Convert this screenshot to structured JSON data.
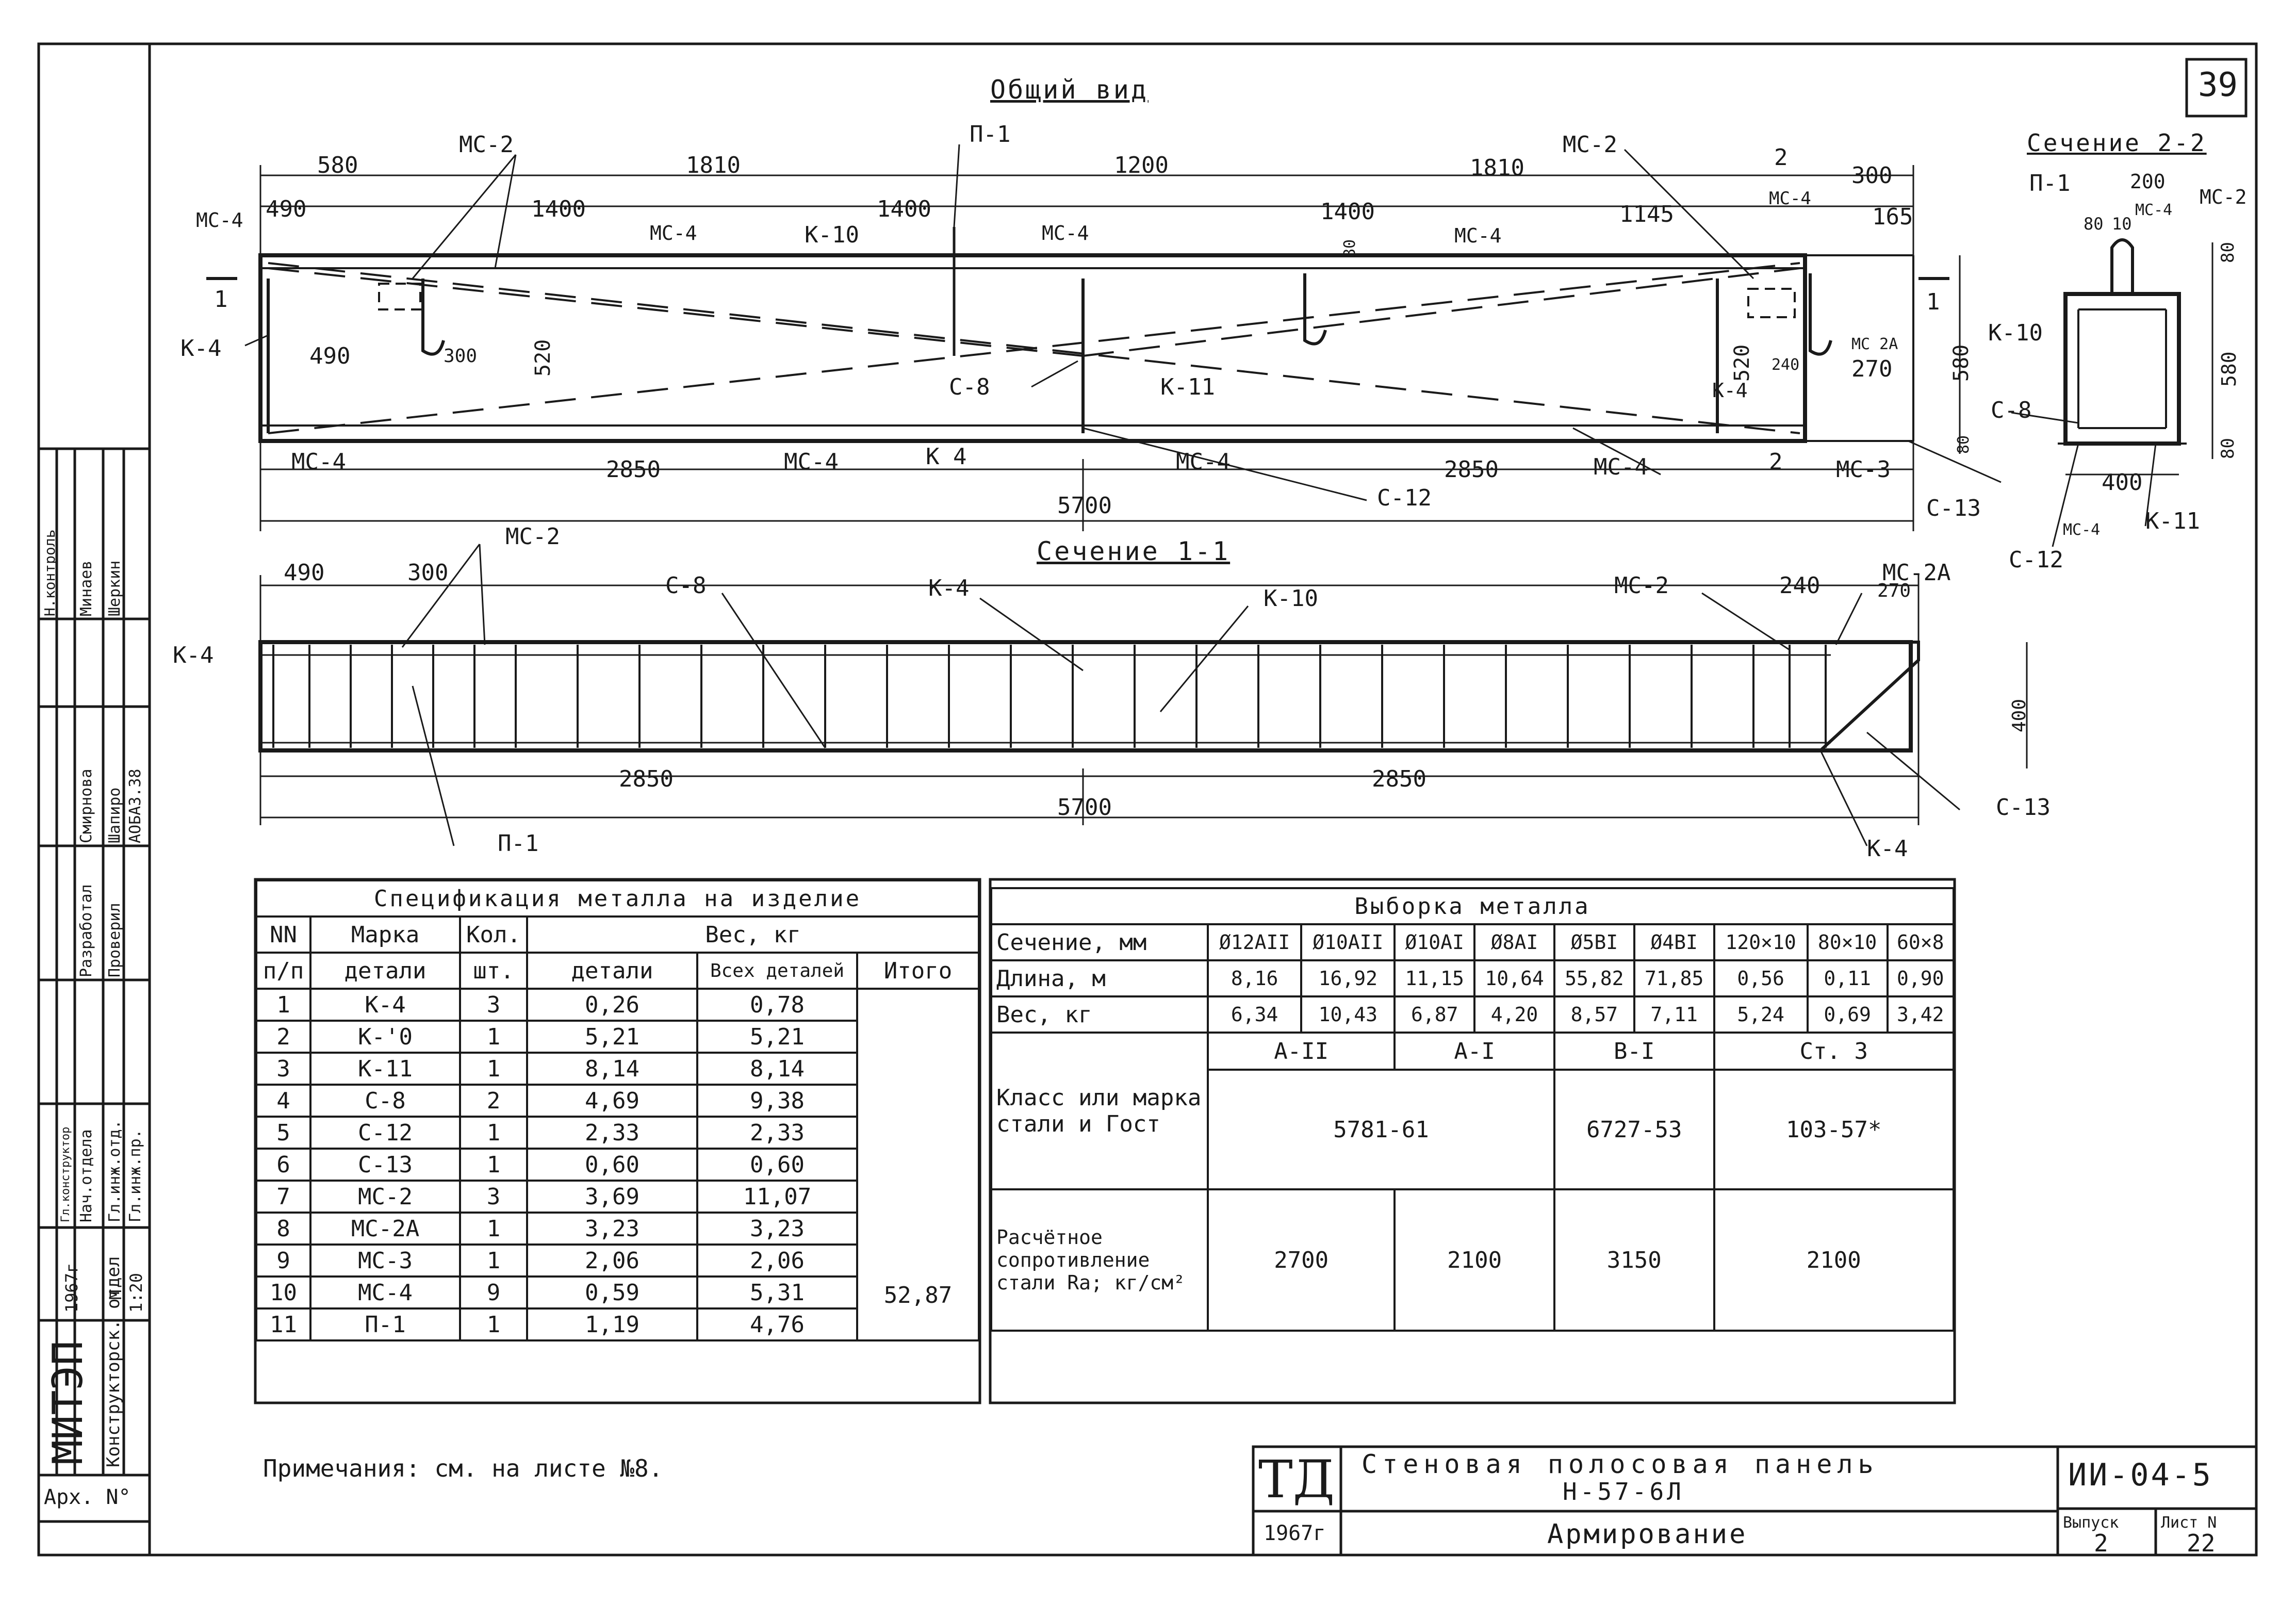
{
  "sheet_number": "39",
  "general_view": {
    "title": "Общий вид",
    "dims_top": [
      "580",
      "1810",
      "1200",
      "1810",
      "300"
    ],
    "dims_second": [
      "490",
      "1400",
      "1400",
      "1400",
      "1145",
      "165"
    ],
    "dims_bottom": [
      "2850",
      "2850"
    ],
    "dim_total": "5700",
    "inner_dims": [
      "490",
      "300",
      "520",
      "520",
      "240",
      "270",
      "580",
      "80",
      "80"
    ],
    "labels": {
      "ms2_left": "МС-2",
      "p1": "П-1",
      "ms2_right": "МС-2",
      "section2_mark": "2",
      "ms4_a": "МС-4",
      "ms4_b": "МС-4",
      "k10": "К-10",
      "ms4_c": "МС-4",
      "ms4_d": "МС-4",
      "ms4_e": "МС-4",
      "ms2a": "МС 2А",
      "k4_left": "К-4",
      "k4_right": "К-4",
      "c8": "С-8",
      "k11": "К-11",
      "section1_left": "1",
      "section1_right": "1",
      "ms4_bl": "МС-4",
      "ms4_bm": "МС-4",
      "k4_bm": "К 4",
      "ms4_bm2": "МС-4",
      "ms4_br": "МС-4",
      "section2_bottom": "2",
      "ms3": "МС-3",
      "c12": "С-12",
      "c13": "С-13"
    }
  },
  "section_2_2": {
    "title": "Сечение 2-2",
    "dims": [
      "200",
      "80",
      "10",
      "580",
      "80",
      "80",
      "400"
    ],
    "labels": {
      "p1": "П-1",
      "ms4": "МС-4",
      "ms2": "МС-2",
      "k10": "К-10",
      "c8": "С-8",
      "ms4_b": "МС-4",
      "k11": "К-11",
      "c12": "С-12"
    }
  },
  "section_1_1": {
    "title": "Сечение 1-1",
    "dims_top": [
      "490",
      "300",
      "240",
      "270"
    ],
    "dims_bottom": [
      "2850",
      "2850"
    ],
    "dim_total": "5700",
    "dim_height": "400",
    "labels": {
      "ms2_left": "МС-2",
      "c8": "С-8",
      "k4_top": "К-4",
      "k10": "К-10",
      "ms2_right": "МС-2",
      "ms2a": "МС-2А",
      "k4_left": "К-4",
      "p1": "П-1",
      "c13": "С-13",
      "k4_right": "К-4"
    }
  },
  "spec_table": {
    "title": "Спецификация металла на изделие",
    "headers": {
      "nn": "NN",
      "nn2": "п/п",
      "mark": "Марка",
      "mark2": "детали",
      "qty": "Кол.",
      "qty2": "шт.",
      "weight": "Вес, кг",
      "w_part": "детали",
      "w_all": "Всех деталей",
      "total": "Итого"
    },
    "rows": [
      {
        "n": "1",
        "mark": "К-4",
        "qty": "3",
        "w": "0,26",
        "wall": "0,78"
      },
      {
        "n": "2",
        "mark": "К-'0",
        "qty": "1",
        "w": "5,21",
        "wall": "5,21"
      },
      {
        "n": "3",
        "mark": "К-11",
        "qty": "1",
        "w": "8,14",
        "wall": "8,14"
      },
      {
        "n": "4",
        "mark": "С-8",
        "qty": "2",
        "w": "4,69",
        "wall": "9,38"
      },
      {
        "n": "5",
        "mark": "С-12",
        "qty": "1",
        "w": "2,33",
        "wall": "2,33"
      },
      {
        "n": "6",
        "mark": "С-13",
        "qty": "1",
        "w": "0,60",
        "wall": "0,60"
      },
      {
        "n": "7",
        "mark": "МС-2",
        "qty": "3",
        "w": "3,69",
        "wall": "11,07"
      },
      {
        "n": "8",
        "mark": "МС-2А",
        "qty": "1",
        "w": "3,23",
        "wall": "3,23"
      },
      {
        "n": "9",
        "mark": "МС-3",
        "qty": "1",
        "w": "2,06",
        "wall": "2,06"
      },
      {
        "n": "10",
        "mark": "МС-4",
        "qty": "9",
        "w": "0,59",
        "wall": "5,31"
      },
      {
        "n": "11",
        "mark": "П-1",
        "qty": "1",
        "w": "1,19",
        "wall": "4,76"
      }
    ],
    "total": "52,87"
  },
  "metal_table": {
    "title": "Выборка металла",
    "row_section": "Сечение, мм",
    "sections": [
      "Ø12АII",
      "Ø10АII",
      "Ø10АI",
      "Ø8АI",
      "Ø5ВI",
      "Ø4ВI",
      "120×10",
      "80×10",
      "60×8"
    ],
    "row_length": "Длина, м",
    "lengths": [
      "8,16",
      "16,92",
      "11,15",
      "10,64",
      "55,82",
      "71,85",
      "0,56",
      "0,11",
      "0,90"
    ],
    "row_weight": "Вес, кг",
    "weights": [
      "6,34",
      "10,43",
      "6,87",
      "4,20",
      "8,57",
      "7,11",
      "5,24",
      "0,69",
      "3,42"
    ],
    "row_class": "Класс или марка стали и Гост",
    "classes": [
      "А-II",
      "А-I",
      "В-I",
      "Ст. 3"
    ],
    "gosts": [
      "5781-61",
      "6727-53",
      "103-57*"
    ],
    "row_resist": "Расчётное сопротивление стали Rа; кг/см²",
    "resist": [
      "2700",
      "2100",
      "3150",
      "2100"
    ]
  },
  "note": "Примечания: см. на листе №8.",
  "title_block": {
    "td": "ТД",
    "year": "1967г",
    "name": "Стеновая полосовая панель",
    "code_panel": "Н-57-6Л",
    "subtitle": "Армирование",
    "doc_code": "ИИ-04-5",
    "issue_label": "Выпуск",
    "issue": "2",
    "sheet_label": "Лист N",
    "sheet": "22"
  },
  "side_stamp": {
    "org": "МИТЭП",
    "dept": "Конструкторск. отдел",
    "arch": "Арх. N°",
    "scale_label": "М",
    "scale": "1:20",
    "date": "1967г",
    "roles": [
      "Гл.инж.пр.",
      "Гл.инж.отд.",
      "Нач.отдела",
      "Гл.конструктор",
      "Проверил",
      "Разработал",
      "Н.контроль"
    ],
    "names": [
      "Шапиро",
      "Смирнова",
      "Минаев",
      "Шеркин"
    ],
    "code": "АОБАЗ.38"
  }
}
